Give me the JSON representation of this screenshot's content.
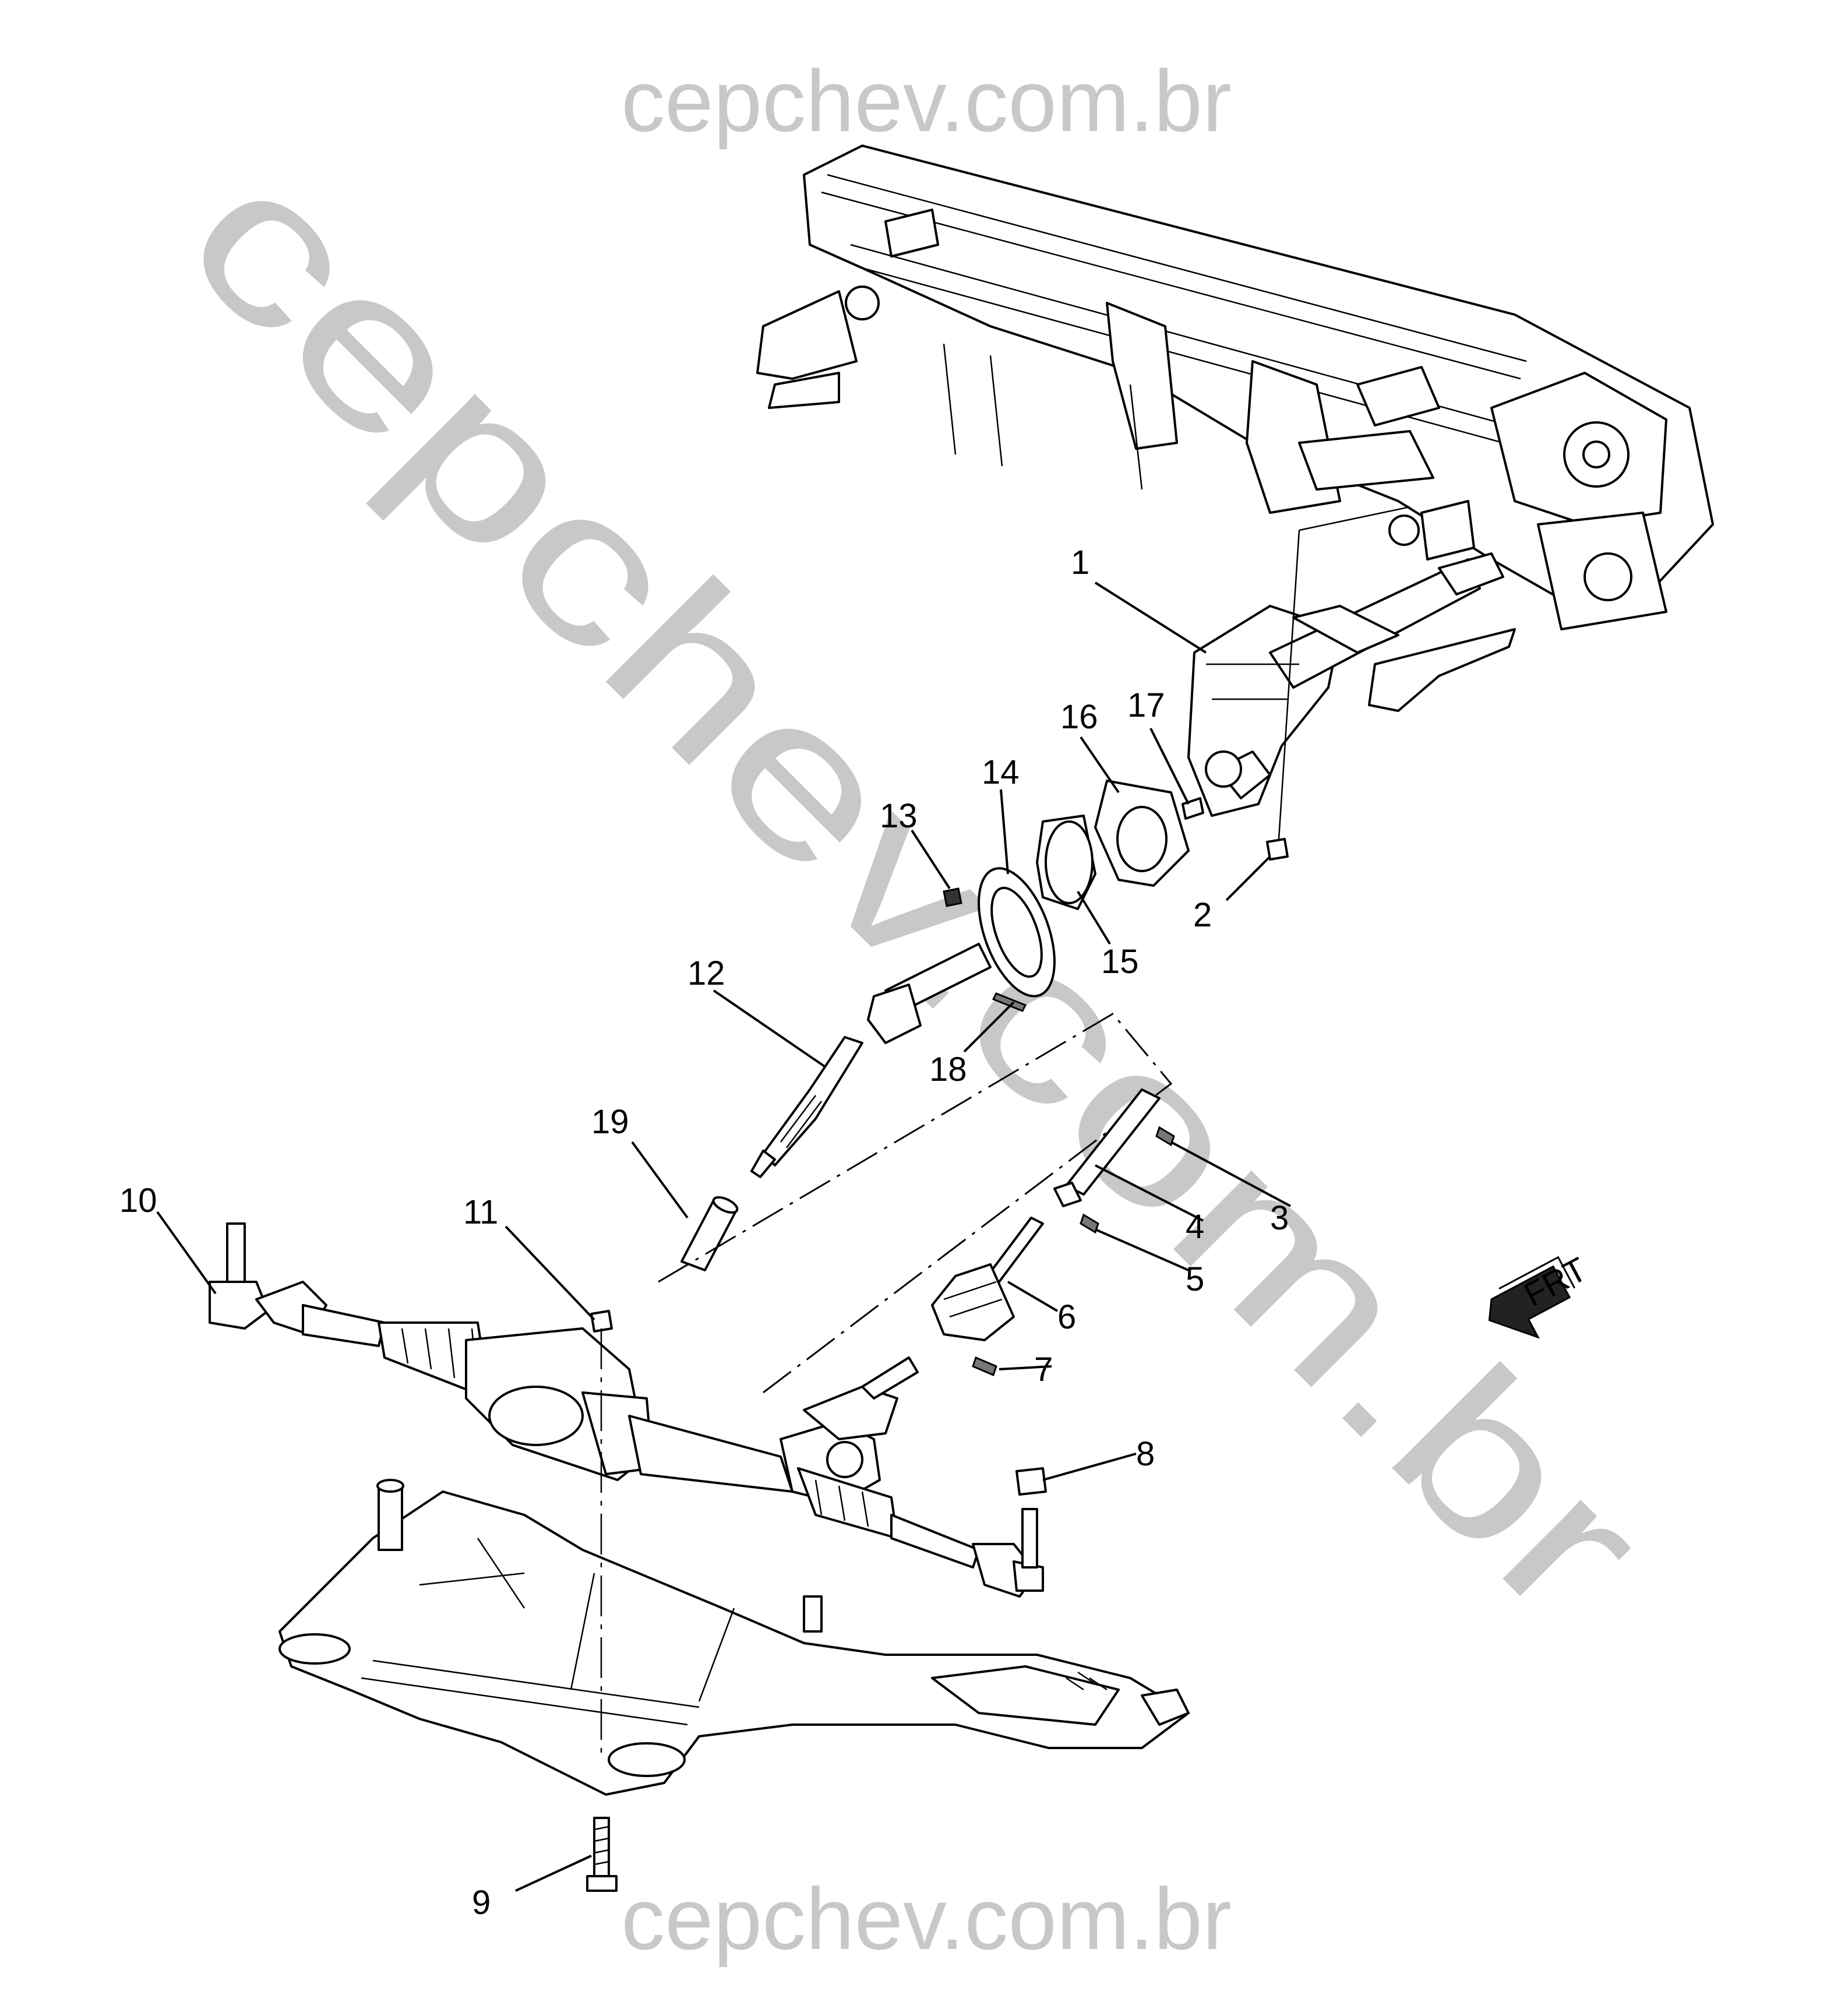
{
  "watermark": {
    "top": "cepchev.com.br",
    "bottom": "cepchev.com.br",
    "diagonal": "cepchev.com.br",
    "color": "#c8c8c8"
  },
  "direction_badge": {
    "label": "FRT",
    "icon": "front-direction-arrow-icon"
  },
  "callouts": {
    "c1": "1",
    "c2": "2",
    "c3": "3",
    "c4": "4",
    "c5": "5",
    "c6": "6",
    "c7": "7",
    "c8": "8",
    "c9": "9",
    "c10": "10",
    "c11": "11",
    "c12": "12",
    "c13": "13",
    "c14": "14",
    "c15": "15",
    "c16": "16",
    "c17": "17",
    "c18": "18",
    "c19": "19"
  }
}
